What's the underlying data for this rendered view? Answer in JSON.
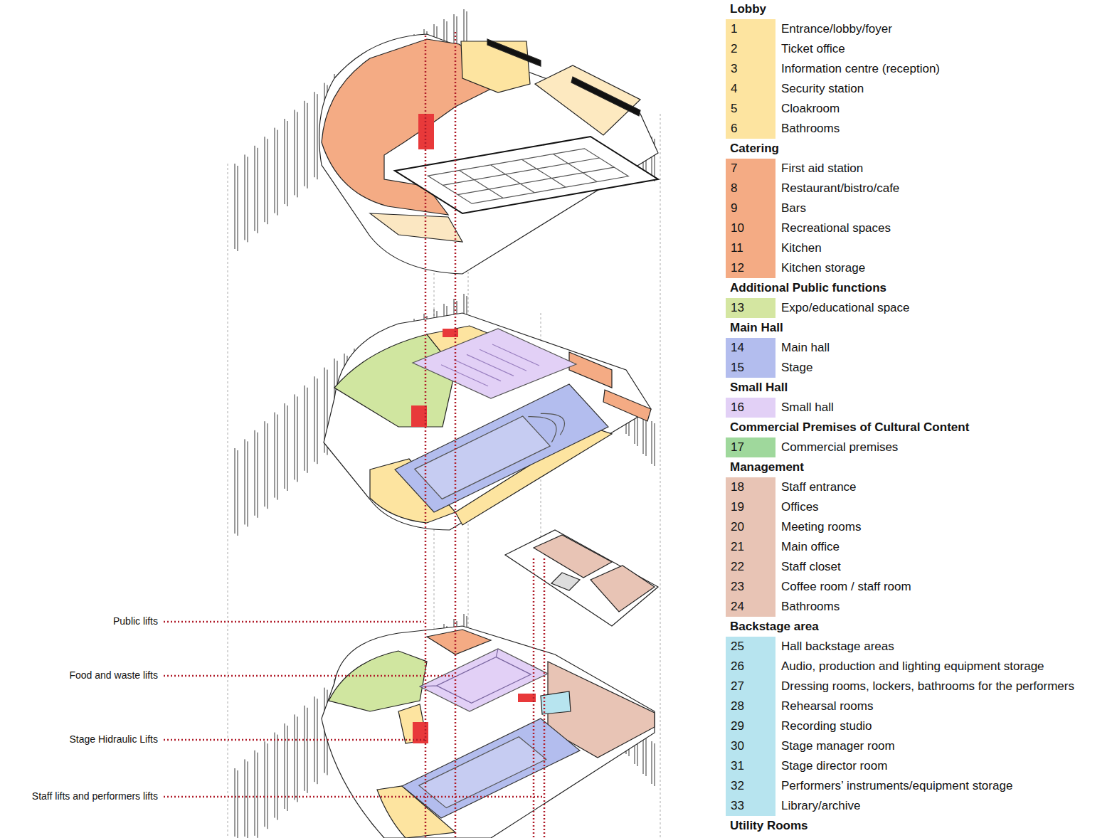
{
  "diagram": {
    "labels": [
      "Lobby",
      "Catering",
      "Additional Public functions",
      "Main Hall",
      "Small Hall",
      "Commercial Premises of Cultural Content",
      "Management",
      "Backstage area",
      "Utility Rooms",
      "1",
      "2",
      "3",
      "4",
      "5",
      "6",
      "7",
      "8",
      "9",
      "10",
      "11",
      "12",
      "13",
      "14",
      "15",
      "16",
      "17",
      "18",
      "19",
      "20",
      "21",
      "22",
      "23",
      "24",
      "25",
      "26",
      "27",
      "28",
      "29",
      "30",
      "31",
      "32",
      "33",
      "Public lifts",
      "Food and waste lifts",
      "Stage Hidraulic Lifts",
      "Staff lifts and performers lifts"
    ],
    "legend": [
      {
        "text": "Entrance/lobby/foyer",
        "color": "#fde4a0"
      },
      {
        "text": "Ticket office",
        "color": "#fde4a0"
      },
      {
        "text": "Information centre (reception)",
        "color": "#fde4a0"
      },
      {
        "text": "Security station",
        "color": "#fde4a0"
      },
      {
        "text": "Cloakroom",
        "color": "#fde4a0"
      },
      {
        "text": "Bathrooms",
        "color": "#fde4a0"
      },
      {
        "text": "First aid station",
        "color": "#f4ab84"
      },
      {
        "text": "Restaurant/bistro/cafe",
        "color": "#f4ab84"
      },
      {
        "text": "Bars",
        "color": "#f4ab84"
      },
      {
        "text": "Recreational spaces",
        "color": "#f4ab84"
      },
      {
        "text": "Kitchen",
        "color": "#f4ab84"
      },
      {
        "text": "Kitchen storage",
        "color": "#f4ab84"
      },
      {
        "text": "Expo/educational space",
        "color": "#d4e6a1"
      },
      {
        "text": "Main hall",
        "color": "#b3bdee"
      },
      {
        "text": "Stage",
        "color": "#b3bdee"
      },
      {
        "text": "Small hall",
        "color": "#e2d0f6"
      },
      {
        "text": "Commercial premises",
        "color": "#9fd89c"
      },
      {
        "text": "Staff entrance",
        "color": "#e8c4b5"
      },
      {
        "text": "Offices",
        "color": "#e8c4b5"
      },
      {
        "text": "Meeting rooms",
        "color": "#e8c4b5"
      },
      {
        "text": "Main office",
        "color": "#e8c4b5"
      },
      {
        "text": "Staff closet",
        "color": "#e8c4b5"
      },
      {
        "text": "Coffee room / staff room",
        "color": "#e8c4b5"
      },
      {
        "text": "Bathrooms",
        "color": "#e8c4b5"
      },
      {
        "text": "Hall backstage areas",
        "color": "#b7e4ef"
      },
      {
        "text": "Audio, production and lighting equipment storage",
        "color": "#b7e4ef"
      },
      {
        "text": "Dressing rooms, lockers, bathrooms for the performers",
        "color": "#b7e4ef"
      },
      {
        "text": "Rehearsal rooms",
        "color": "#b7e4ef"
      },
      {
        "text": "Recording studio",
        "color": "#b7e4ef"
      },
      {
        "text": "Stage manager room",
        "color": "#b7e4ef"
      },
      {
        "text": "Stage director room",
        "color": "#b7e4ef"
      },
      {
        "text": "Performers’ instruments/equipment storage",
        "color": "#b7e4ef"
      },
      {
        "text": "Library/archive",
        "color": "#b7e4ef"
      }
    ]
  }
}
